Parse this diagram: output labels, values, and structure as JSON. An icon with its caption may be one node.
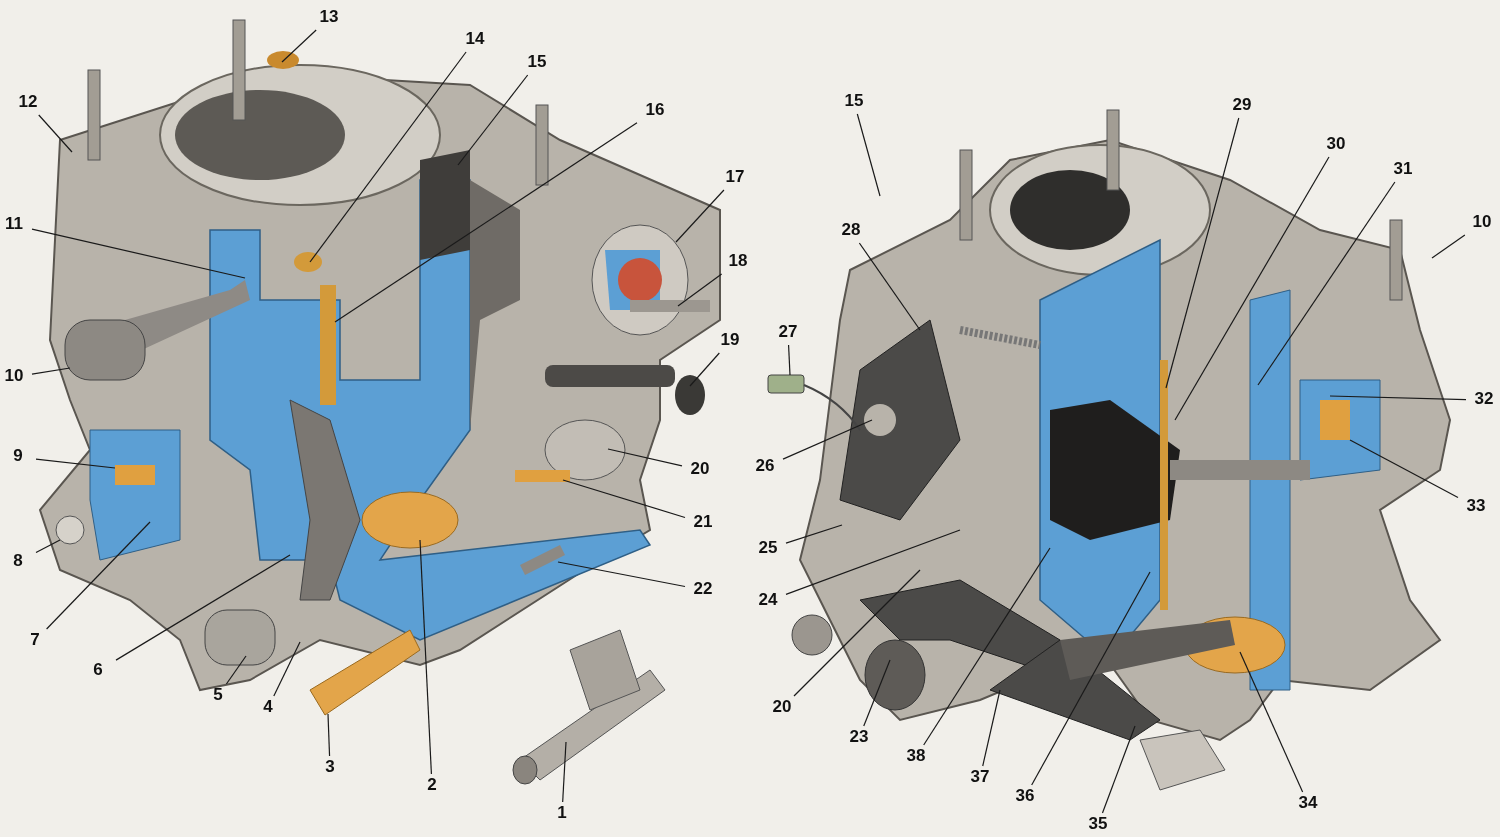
{
  "diagram": {
    "nodes": [
      {
        "text": [
          "13"
        ]
      },
      {
        "text": [
          "14"
        ]
      },
      {
        "text": [
          "15"
        ]
      },
      {
        "text": [
          "16"
        ]
      },
      {
        "text": [
          "12"
        ]
      },
      {
        "text": [
          "11"
        ]
      },
      {
        "text": [
          "17"
        ]
      },
      {
        "text": [
          "18"
        ]
      },
      {
        "text": [
          "10"
        ]
      },
      {
        "text": [
          "19"
        ]
      },
      {
        "text": [
          "9"
        ]
      },
      {
        "text": [
          "20"
        ]
      },
      {
        "text": [
          "21"
        ]
      },
      {
        "text": [
          "8"
        ]
      },
      {
        "text": [
          "22"
        ]
      },
      {
        "text": [
          "7"
        ]
      },
      {
        "text": [
          "6"
        ]
      },
      {
        "text": [
          "5"
        ]
      },
      {
        "text": [
          "4"
        ]
      },
      {
        "text": [
          "3"
        ]
      },
      {
        "text": [
          "2"
        ]
      },
      {
        "text": [
          "1"
        ]
      },
      {
        "text": [
          "15"
        ]
      },
      {
        "text": [
          "29"
        ]
      },
      {
        "text": [
          "30"
        ]
      },
      {
        "text": [
          "31"
        ]
      },
      {
        "text": [
          "10"
        ]
      },
      {
        "text": [
          "28"
        ]
      },
      {
        "text": [
          "27"
        ]
      },
      {
        "text": [
          "32"
        ]
      },
      {
        "text": [
          "26"
        ]
      },
      {
        "text": [
          "33"
        ]
      },
      {
        "text": [
          "25"
        ]
      },
      {
        "text": [
          "24"
        ]
      },
      {
        "text": [
          "20"
        ]
      },
      {
        "text": [
          "23"
        ]
      },
      {
        "text": [
          "38"
        ]
      },
      {
        "text": [
          "37"
        ]
      },
      {
        "text": [
          "36"
        ]
      },
      {
        "text": [
          "35"
        ]
      },
      {
        "text": [
          "34"
        ]
      }
    ],
    "edges": [
      {
        "from": 0,
        "to": null,
        "arrow": "none"
      },
      {
        "from": 1,
        "to": null,
        "arrow": "none"
      },
      {
        "from": 2,
        "to": null,
        "arrow": "none"
      },
      {
        "from": 3,
        "to": null,
        "arrow": "none"
      },
      {
        "from": 4,
        "to": null,
        "arrow": "none"
      },
      {
        "from": 5,
        "to": null,
        "arrow": "none"
      },
      {
        "from": 6,
        "to": null,
        "arrow": "none"
      },
      {
        "from": 7,
        "to": null,
        "arrow": "none"
      },
      {
        "from": 8,
        "to": null,
        "arrow": "none"
      },
      {
        "from": 9,
        "to": null,
        "arrow": "none"
      },
      {
        "from": 10,
        "to": null,
        "arrow": "none"
      },
      {
        "from": 11,
        "to": null,
        "arrow": "none"
      },
      {
        "from": 12,
        "to": null,
        "arrow": "none"
      },
      {
        "from": 13,
        "to": null,
        "arrow": "none"
      },
      {
        "from": 14,
        "to": null,
        "arrow": "none"
      },
      {
        "from": 15,
        "to": null,
        "arrow": "none"
      },
      {
        "from": 16,
        "to": null,
        "arrow": "none"
      },
      {
        "from": 17,
        "to": null,
        "arrow": "none"
      },
      {
        "from": 18,
        "to": null,
        "arrow": "none"
      },
      {
        "from": 19,
        "to": null,
        "arrow": "none"
      },
      {
        "from": 20,
        "to": null,
        "arrow": "none"
      },
      {
        "from": 21,
        "to": null,
        "arrow": "none"
      },
      {
        "from": 22,
        "to": null,
        "arrow": "none"
      },
      {
        "from": 23,
        "to": null,
        "arrow": "none"
      },
      {
        "from": 24,
        "to": null,
        "arrow": "none"
      },
      {
        "from": 25,
        "to": null,
        "arrow": "none"
      },
      {
        "from": 26,
        "to": null,
        "arrow": "none"
      },
      {
        "from": 27,
        "to": null,
        "arrow": "none"
      },
      {
        "from": 28,
        "to": null,
        "arrow": "none"
      },
      {
        "from": 29,
        "to": null,
        "arrow": "none"
      },
      {
        "from": 30,
        "to": null,
        "arrow": "none"
      },
      {
        "from": 31,
        "to": null,
        "arrow": "none"
      },
      {
        "from": 32,
        "to": null,
        "arrow": "none"
      },
      {
        "from": 33,
        "to": null,
        "arrow": "none"
      },
      {
        "from": 34,
        "to": null,
        "arrow": "none"
      },
      {
        "from": 35,
        "to": null,
        "arrow": "none"
      },
      {
        "from": 36,
        "to": null,
        "arrow": "none"
      },
      {
        "from": 37,
        "to": null,
        "arrow": "none"
      },
      {
        "from": 38,
        "to": null,
        "arrow": "none"
      },
      {
        "from": 39,
        "to": null,
        "arrow": "none"
      },
      {
        "from": 40,
        "to": null,
        "arrow": "none"
      }
    ]
  }
}
